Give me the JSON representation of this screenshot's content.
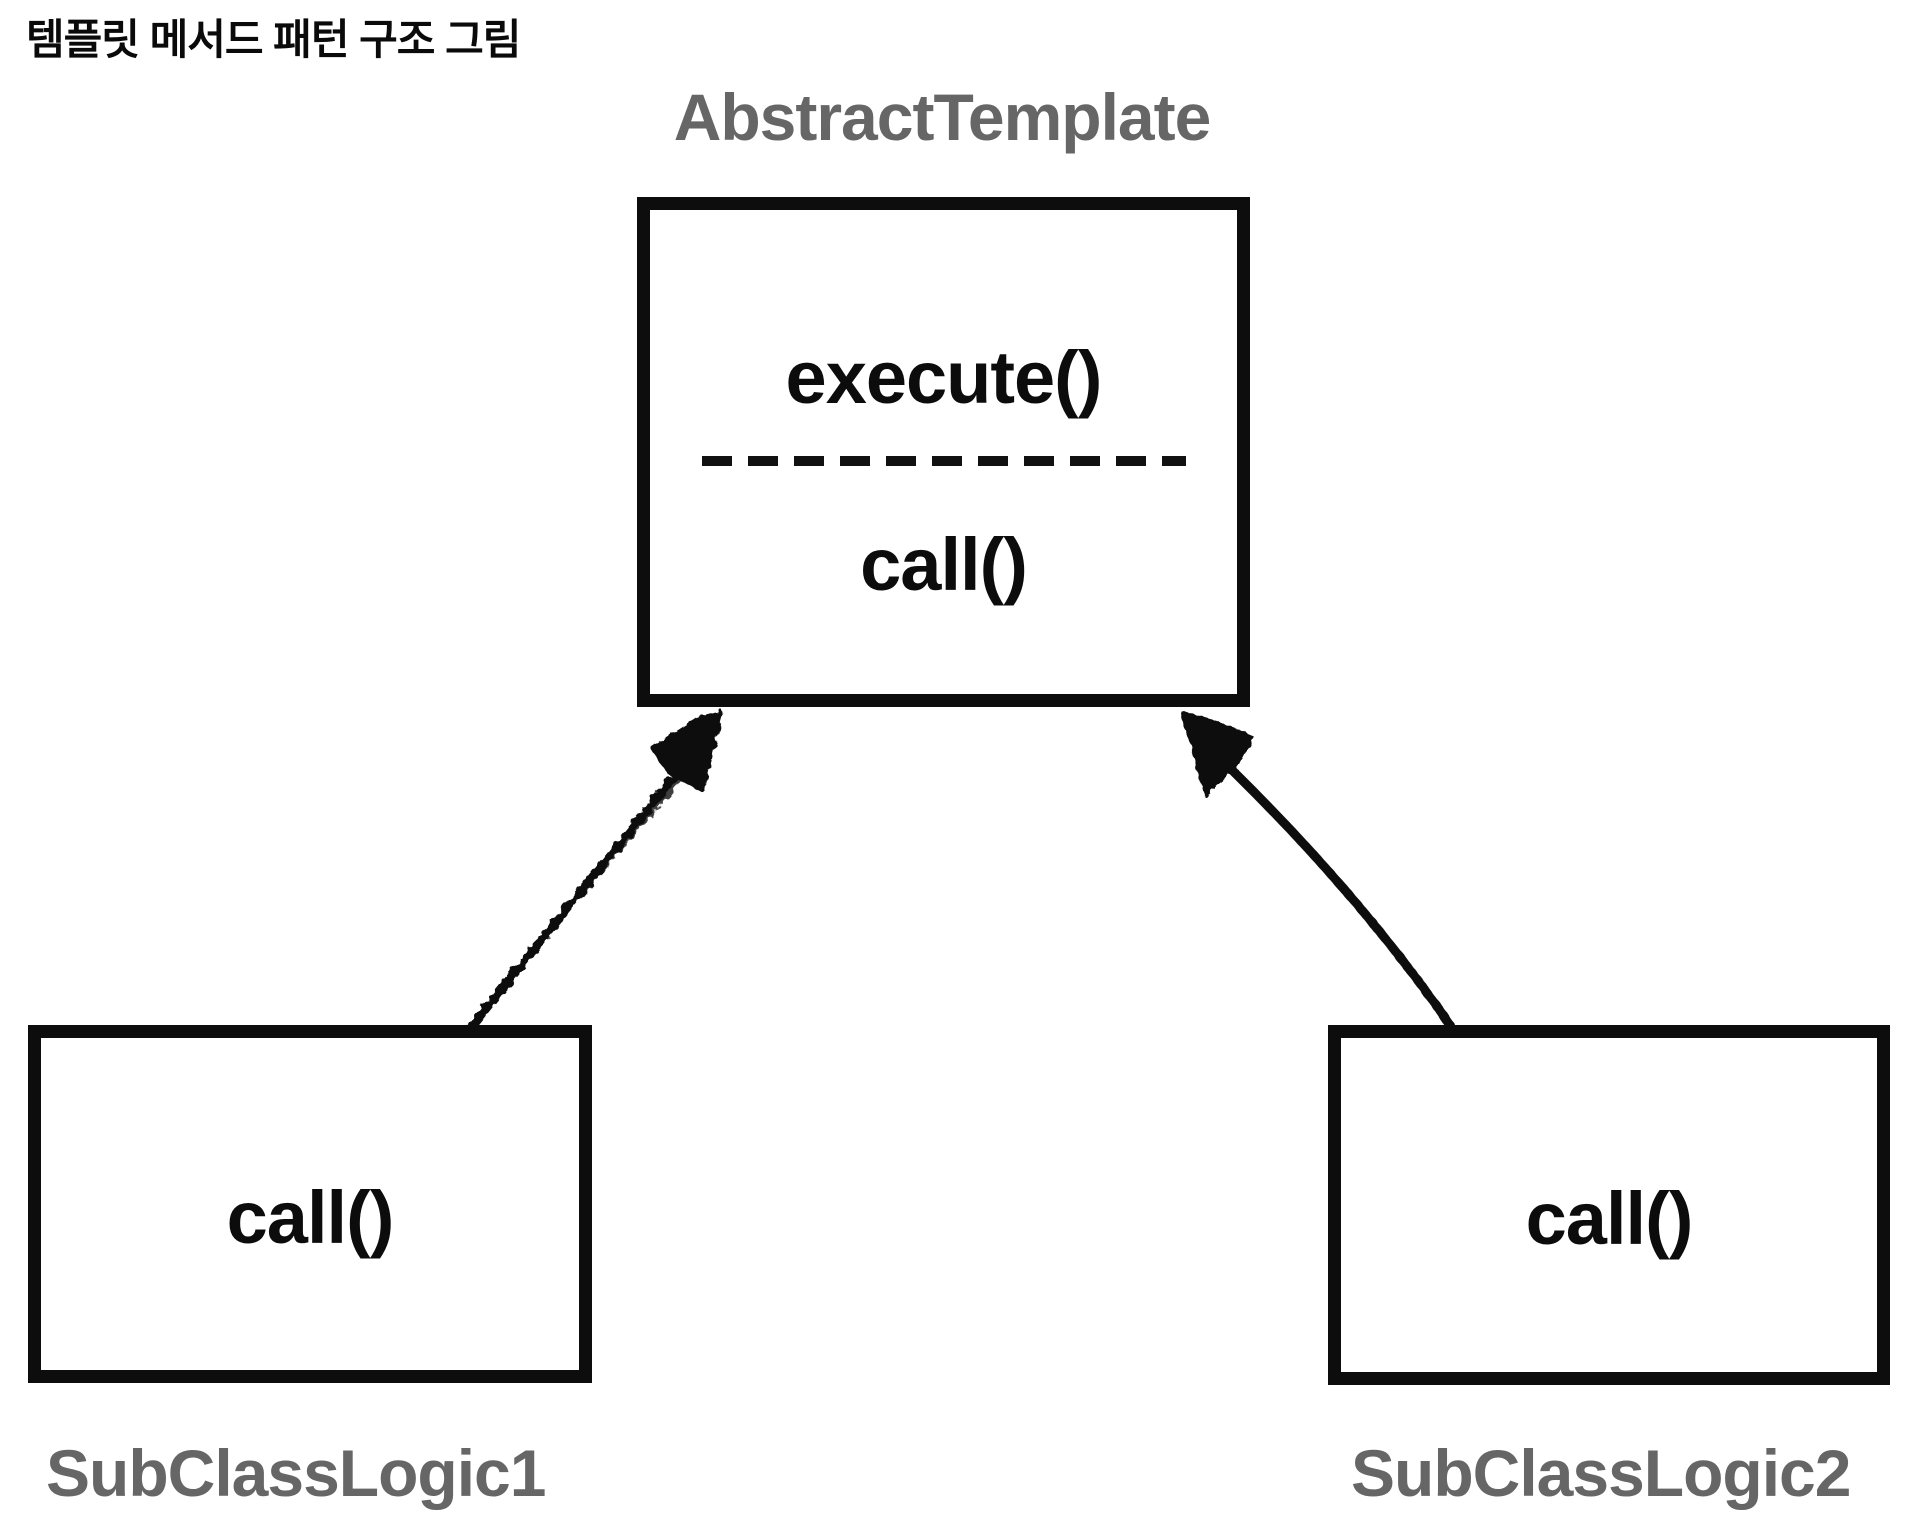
{
  "title": {
    "text": "템플릿 메서드 패턴 구조 그림"
  },
  "colors": {
    "background": "#ffffff",
    "ink_black": "#0d0d0d",
    "label_gray": "#666666"
  },
  "diagram": {
    "abstract_class": {
      "name": "AbstractTemplate",
      "template_method": "execute()",
      "hook_method": "call()"
    },
    "subclass1": {
      "name": "SubClassLogic1",
      "method": "call()"
    },
    "subclass2": {
      "name": "SubClassLogic2",
      "method": "call()"
    },
    "edges": [
      {
        "from": "SubClassLogic1",
        "to": "AbstractTemplate",
        "type": "inheritance"
      },
      {
        "from": "SubClassLogic2",
        "to": "AbstractTemplate",
        "type": "inheritance"
      }
    ]
  }
}
